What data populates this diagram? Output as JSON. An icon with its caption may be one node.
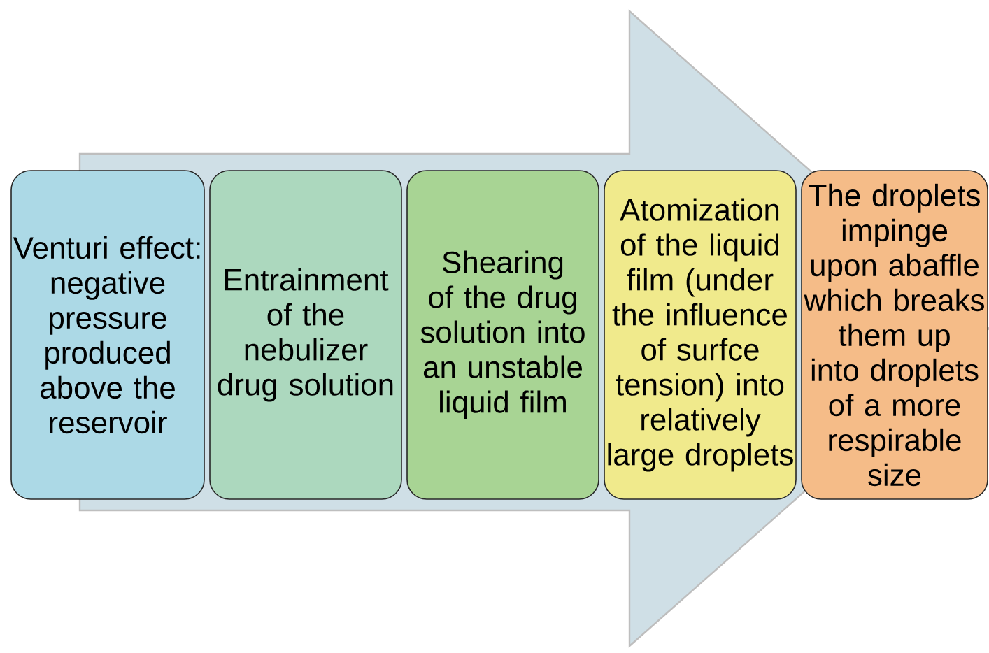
{
  "diagram": {
    "nodes": [
      {
        "text": [
          "Venturi effect: negative pressure produced above the reservoir"
        ]
      },
      {
        "text": [
          "Entrainment of the nebulizer drug solution"
        ]
      },
      {
        "text": [
          "Shearing of the drug solution into an unstable liquid film"
        ]
      },
      {
        "text": [
          "Atomization of the liquid film (under the influence of surfce tension) into relatively large droplets"
        ]
      },
      {
        "text": [
          "The droplets impinge upon abaffle which breaks them up into droplets of a more respirable size"
        ]
      }
    ],
    "edges": [
      {
        "from": 0,
        "to": 4,
        "arrow": "to"
      }
    ]
  }
}
